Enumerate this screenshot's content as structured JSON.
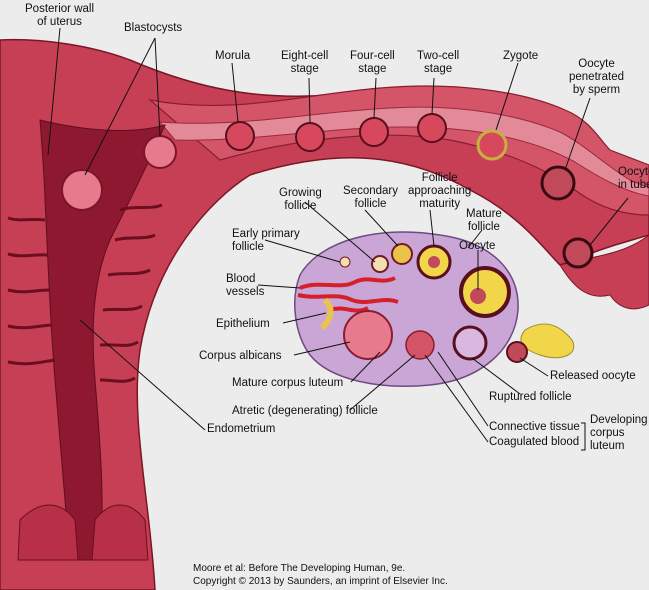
{
  "labels": {
    "posterior_wall": "Posterior wall\nof uterus",
    "blastocysts": "Blastocysts",
    "morula": "Morula",
    "eight_cell": "Eight-cell\nstage",
    "four_cell": "Four-cell\nstage",
    "two_cell": "Two-cell\nstage",
    "zygote": "Zygote",
    "oocyte_penetrated": "Oocyte\npenetrated\nby sperm",
    "oocyte_in_tube": "Oocyte\nin tube",
    "growing_follicle": "Growing\nfollicle",
    "secondary_follicle": "Secondary\nfollicle",
    "follicle_approaching": "Follicle\napproaching\nmaturity",
    "mature_follicle": "Mature\nfollicle",
    "oocyte": "Oocyte",
    "early_primary": "Early primary\nfollicle",
    "blood_vessels": "Blood\nvessels",
    "epithelium": "Epithelium",
    "corpus_albicans": "Corpus albicans",
    "mature_corpus_luteum": "Mature corpus luteum",
    "atretic_follicle": "Atretic (degenerating) follicle",
    "released_oocyte": "Released oocyte",
    "ruptured_follicle": "Ruptured follicle",
    "connective_tissue": "Connective tissue",
    "coagulated_blood": "Coagulated blood",
    "developing_corpus_luteum": "Developing\ncorpus\nluteum",
    "endometrium": "Endometrium"
  },
  "credit": {
    "line1": "Moore et al: Before The Developing Human, 9e.",
    "line2": "Copyright © 2013 by Saunders, an imprint of Elsevier Inc."
  },
  "colors": {
    "background": "#ececec",
    "uterus_wall": "#c73f55",
    "uterine_cavity": "#8e1830",
    "tube_lumen": "#e38a99",
    "ovary": "#c9a6d6",
    "follicle_fluid": "#f2d64a",
    "embryo": "#d8485d"
  }
}
